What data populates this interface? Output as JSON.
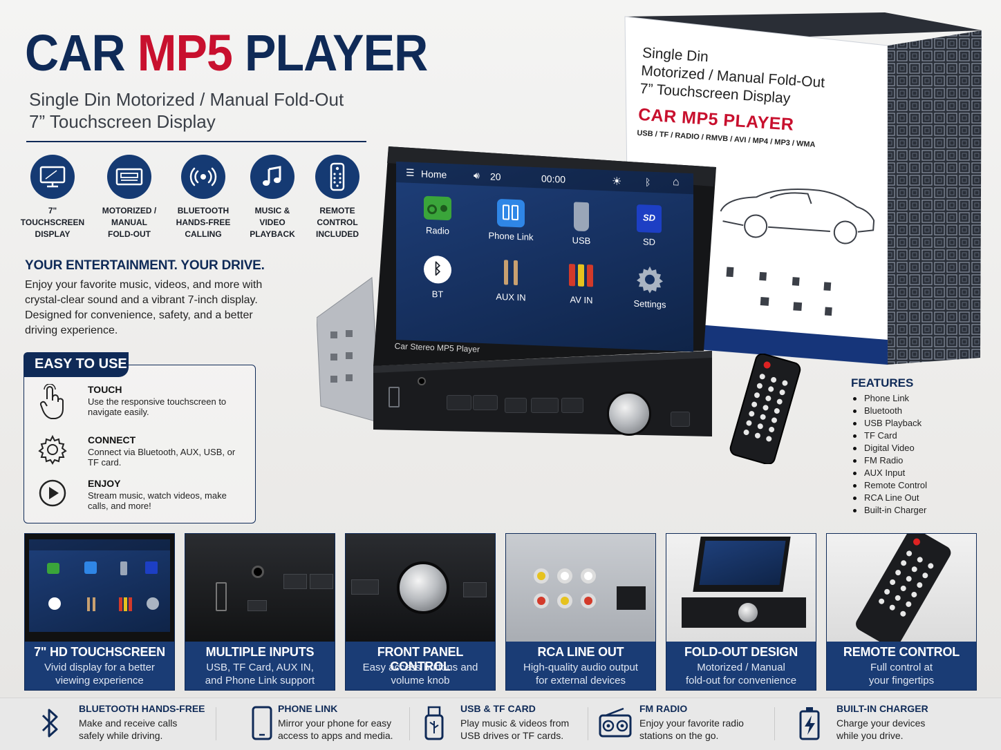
{
  "header": {
    "title_part1": "CAR ",
    "title_part2": "MP5",
    "title_part3": " PLAYER",
    "subtitle_line1": "Single Din Motorized / Manual Fold-Out",
    "subtitle_line2": "7” Touchscreen Display"
  },
  "feature_icons": [
    {
      "label": "7\" TOUCHSCREEN\nDISPLAY",
      "icon": "monitor-icon"
    },
    {
      "label": "MOTORIZED /\nMANUAL\nFOLD-OUT",
      "icon": "stereo-unit-icon"
    },
    {
      "label": "BLUETOOTH\nHANDS-FREE\nCALLING",
      "icon": "signal-waves-icon"
    },
    {
      "label": "MUSIC &\nVIDEO\nPLAYBACK",
      "icon": "music-note-icon"
    },
    {
      "label": "REMOTE\nCONTROL\nINCLUDED",
      "icon": "remote-icon"
    }
  ],
  "entertainment": {
    "heading": "YOUR ENTERTAINMENT. YOUR DRIVE.",
    "body": "Enjoy your favorite music, videos, and more with crystal-clear sound and a vibrant 7-inch display. Designed for convenience, safety, and a better driving experience."
  },
  "easy_to_use": {
    "title": "EASY TO USE",
    "items": [
      {
        "heading": "TOUCH",
        "body": "Use the responsive touchscreen to navigate easily.",
        "icon": "hand-pointer-icon"
      },
      {
        "heading": "CONNECT",
        "body": "Connect via Bluetooth, AUX, USB, or TF card.",
        "icon": "gear-icon"
      },
      {
        "heading": "ENJOY",
        "body": "Stream music, watch videos, make calls, and more!",
        "icon": "play-icon"
      }
    ]
  },
  "package": {
    "line1": "Single Din",
    "line2": "Motorized / Manual Fold-Out",
    "line3": "7” Touchscreen Display",
    "brand": "CAR MP5 PLAYER",
    "formats": "USB / TF / RADIO / RMVB / AVI / MP4 / MP3 / WMA"
  },
  "screen": {
    "home_label": "Home",
    "volume": "20",
    "clock": "00:00",
    "apps": [
      {
        "label": "Radio",
        "color": "#3aa53a"
      },
      {
        "label": "Phone Link",
        "color": "#2f86e6"
      },
      {
        "label": "USB",
        "color": "#9aa6b8"
      },
      {
        "label": "SD",
        "color": "#1d3fc4"
      },
      {
        "label": "BT",
        "color": "#ffffff"
      },
      {
        "label": "AUX IN",
        "color": "#c8a070"
      },
      {
        "label": "AV IN",
        "color": "#d33a2a"
      },
      {
        "label": "Settings",
        "color": "#aab4c2"
      }
    ],
    "bezel_label": "Car Stereo MP5 Player"
  },
  "features": {
    "heading": "FEATURES",
    "items": [
      "Phone Link",
      "Bluetooth",
      "USB Playback",
      "TF Card",
      "Digital Video",
      "FM Radio",
      "AUX Input",
      "Remote Control",
      "RCA Line Out",
      "Built-in Charger"
    ]
  },
  "cards": [
    {
      "title": "7\" HD TOUCHSCREEN",
      "body": "Vivid display for a better\nviewing experience"
    },
    {
      "title": "MULTIPLE INPUTS",
      "body": "USB, TF Card, AUX IN,\nand Phone Link support"
    },
    {
      "title": "FRONT PANEL CONTROL",
      "body": "Easy access buttons and\nvolume knob"
    },
    {
      "title": "RCA LINE OUT",
      "body": "High-quality audio output\nfor external devices"
    },
    {
      "title": "FOLD-OUT DESIGN",
      "body": "Motorized / Manual\nfold-out for convenience"
    },
    {
      "title": "REMOTE CONTROL",
      "body": "Full control at\nyour fingertips"
    }
  ],
  "bottom_strip": [
    {
      "heading": "BLUETOOTH HANDS-FREE",
      "body": "Make and receive calls\nsafely while driving.",
      "icon": "bluetooth-icon"
    },
    {
      "heading": "PHONE LINK",
      "body": "Mirror your phone for easy\naccess to apps and media.",
      "icon": "phone-icon"
    },
    {
      "heading": "USB & TF CARD",
      "body": "Play music & videos from\nUSB drives or TF cards.",
      "icon": "usb-drive-icon"
    },
    {
      "heading": "FM RADIO",
      "body": "Enjoy your favorite radio\nstations on the go.",
      "icon": "radio-icon"
    },
    {
      "heading": "BUILT-IN CHARGER",
      "body": "Charge your devices\nwhile you drive.",
      "icon": "charger-icon"
    }
  ],
  "colors": {
    "navy": "#0f2a57",
    "red": "#c8102e",
    "card_blue": "#1a3c75"
  }
}
